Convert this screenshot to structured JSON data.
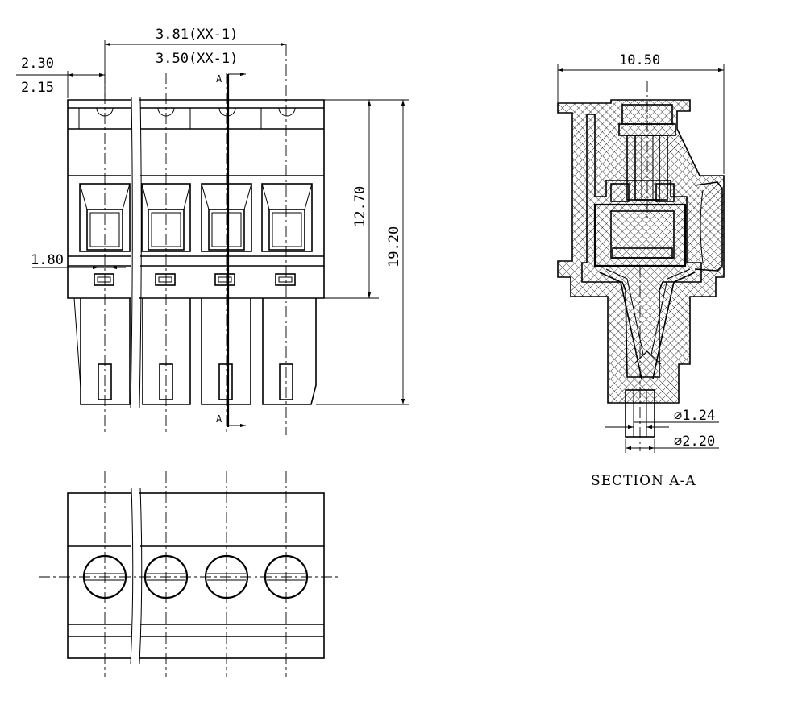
{
  "front_view": {
    "pitch_dimension": "3.81(XX-1)",
    "span_dimension": "3.50(XX-1)",
    "edge_offset_upper": "2.30",
    "edge_offset_lower": "2.15",
    "pin_width": "1.80",
    "body_height": "12.70",
    "overall_height": "19.20",
    "section_marker_top": "A",
    "section_marker_bottom": "A"
  },
  "section_view": {
    "width_dimension": "10.50",
    "pin_diameter_inner": "⌀1.24",
    "pin_diameter_outer": "⌀2.20",
    "caption": "SECTION A-A"
  }
}
